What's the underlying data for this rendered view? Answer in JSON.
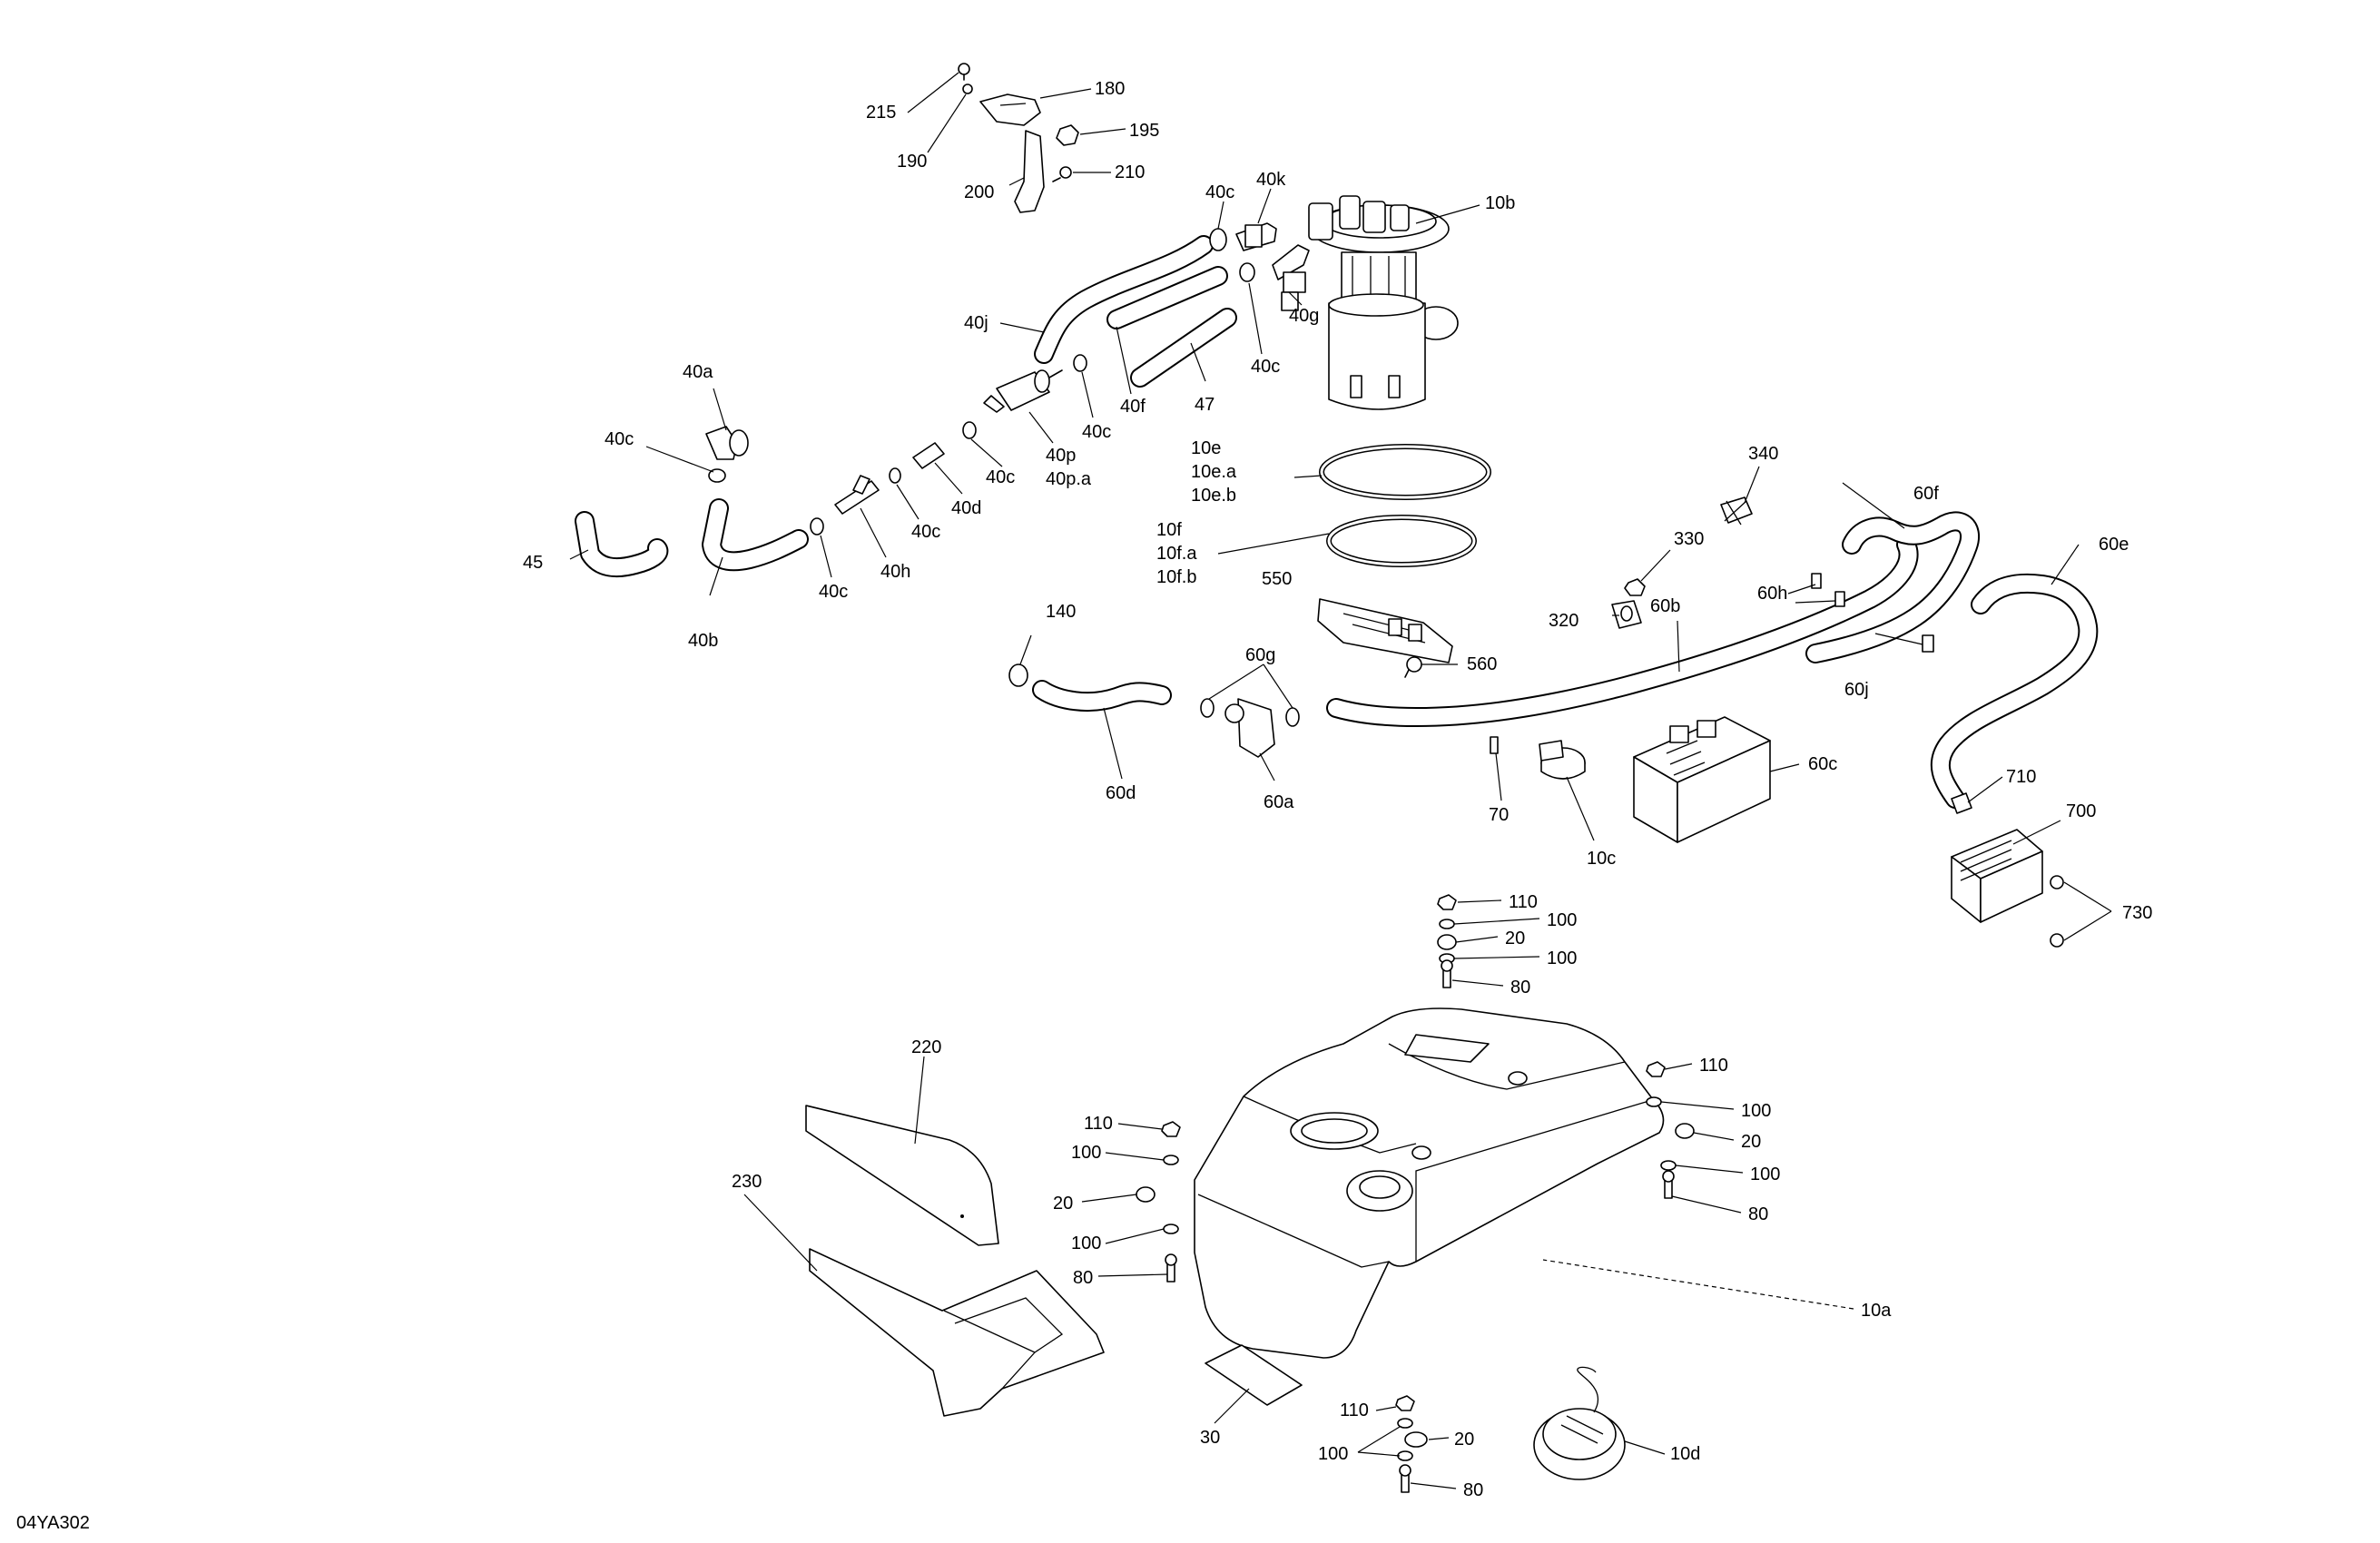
{
  "diagram_code": "04YA302",
  "labels": {
    "215": "215",
    "190": "190",
    "180": "180",
    "195": "195",
    "200": "200",
    "210": "210",
    "40c_1": "40c",
    "40k": "40k",
    "10b": "10b",
    "40j": "40j",
    "40g": "40g",
    "40c_2": "40c",
    "40f": "40f",
    "47": "47",
    "40a": "40a",
    "40c_3": "40c",
    "40c_4": "40c",
    "40p": "40p",
    "40p_a": "40p.a",
    "40c_5": "40c",
    "40d": "40d",
    "40c_6": "40c",
    "45": "45",
    "40h": "40h",
    "40c_7": "40c",
    "40b": "40b",
    "10e": "10e",
    "10e_a": "10e.a",
    "10e_b": "10e.b",
    "10f": "10f",
    "10f_a": "10f.a",
    "10f_b": "10f.b",
    "340": "340",
    "60f": "60f",
    "330": "330",
    "60e": "60e",
    "60h": "60h",
    "320": "320",
    "60b": "60b",
    "550": "550",
    "560": "560",
    "140": "140",
    "60g": "60g",
    "60j": "60j",
    "60d": "60d",
    "60a": "60a",
    "70": "70",
    "10c": "10c",
    "60c": "60c",
    "710": "710",
    "700": "700",
    "730": "730",
    "110_top": "110",
    "100_top1": "100",
    "20_top": "20",
    "100_top2": "100",
    "80_top": "80",
    "220": "220",
    "110_r": "110",
    "100_r1": "100",
    "20_r": "20",
    "100_r2": "100",
    "80_r": "80",
    "230": "230",
    "110_l": "110",
    "100_l1": "100",
    "20_l": "20",
    "100_l2": "100",
    "80_l": "80",
    "10a": "10a",
    "30": "30",
    "110_b": "110",
    "20_b": "20",
    "100_b": "100",
    "80_b": "80",
    "10d": "10d"
  }
}
